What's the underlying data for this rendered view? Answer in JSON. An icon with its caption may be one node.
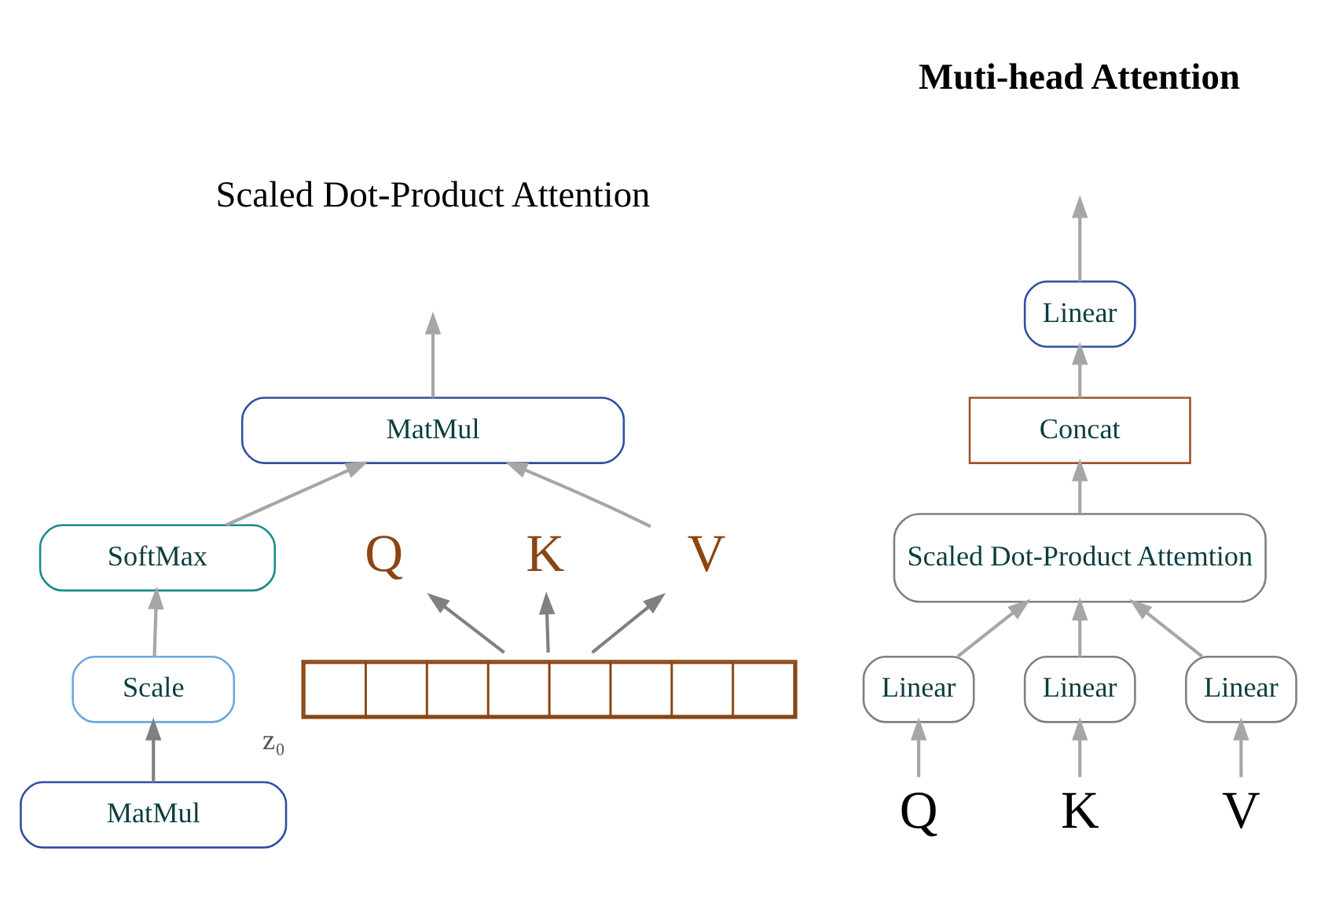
{
  "diagram": {
    "nodes": [
      {
        "text": [
          "MatMul"
        ]
      },
      {
        "text": [
          "SoftMax"
        ]
      },
      {
        "text": [
          "Scale"
        ]
      },
      {
        "text": [
          "MatMul"
        ]
      },
      {
        "text": [
          "Q"
        ]
      },
      {
        "text": [
          "K"
        ]
      },
      {
        "text": [
          "V"
        ]
      },
      {
        "text": [],
        "shape": "bar",
        "beside": [
          "z₀"
        ]
      },
      {
        "text": [
          "Linear"
        ]
      },
      {
        "text": [
          "Concat"
        ]
      },
      {
        "text": [
          "Scaled Dot-Product Attemtion"
        ]
      },
      {
        "text": [
          "Linear"
        ]
      },
      {
        "text": [
          "Linear"
        ]
      },
      {
        "text": [
          "Linear"
        ]
      },
      {
        "text": [
          "Q"
        ]
      },
      {
        "text": [
          "K"
        ]
      },
      {
        "text": [
          "V"
        ]
      }
    ],
    "edges": [
      {
        "from": 0,
        "to": null,
        "arrow": "to"
      },
      {
        "from": 1,
        "to": 0,
        "arrow": "to"
      },
      {
        "from": 2,
        "to": 1,
        "arrow": "to"
      },
      {
        "from": 3,
        "to": 2,
        "arrow": "to",
        "color": "#808080"
      },
      {
        "from": 6,
        "to": 0,
        "arrow": "to"
      },
      {
        "from": 7,
        "to": 4,
        "arrow": "to",
        "color": "#808080"
      },
      {
        "from": 7,
        "to": 5,
        "arrow": "to",
        "color": "#808080"
      },
      {
        "from": 7,
        "to": 6,
        "arrow": "to",
        "color": "#808080"
      },
      {
        "from": 8,
        "to": null,
        "arrow": "to"
      },
      {
        "from": 9,
        "to": 8,
        "arrow": "to"
      },
      {
        "from": 10,
        "to": 9,
        "arrow": "to"
      },
      {
        "from": 11,
        "to": 10,
        "arrow": "to"
      },
      {
        "from": 12,
        "to": 10,
        "arrow": "to"
      },
      {
        "from": 13,
        "to": 10,
        "arrow": "to"
      },
      {
        "from": 14,
        "to": 11,
        "arrow": "to"
      },
      {
        "from": 15,
        "to": 12,
        "arrow": "to"
      },
      {
        "from": 16,
        "to": 13,
        "arrow": "to"
      }
    ],
    "labels": [
      "Scaled Dot-Product Attention",
      "Muti-head Attention"
    ]
  }
}
